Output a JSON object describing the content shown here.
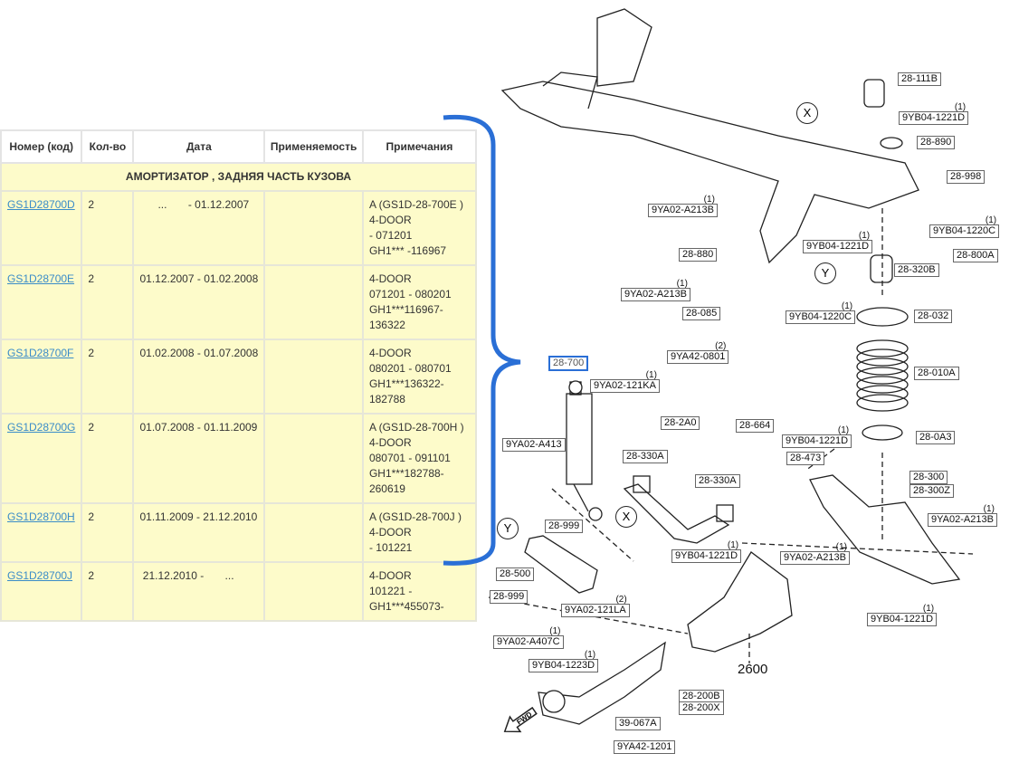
{
  "table": {
    "headers": [
      "Номер (код)",
      "Кол-во",
      "Дата",
      "Применяемость",
      "Примечания"
    ],
    "section_title": "АМОРТИЗАТОР , ЗАДНЯЯ ЧАСТЬ КУЗОВА",
    "rows": [
      {
        "code": "GS1D28700D",
        "qty": "2",
        "date": "      ...       - 01.12.2007",
        "applicability": "",
        "notes": [
          "A (GS1D-28-700E )",
          "4-DOOR",
          "- 071201",
          "GH1*** -116967"
        ]
      },
      {
        "code": "GS1D28700E",
        "qty": "2",
        "date": "01.12.2007 - 01.02.2008",
        "applicability": "",
        "notes": [
          "4-DOOR",
          "071201 - 080201",
          "GH1***116967-136322"
        ]
      },
      {
        "code": "GS1D28700F",
        "qty": "2",
        "date": "01.02.2008 - 01.07.2008",
        "applicability": "",
        "notes": [
          "4-DOOR",
          "080201 - 080701",
          "GH1***136322-182788"
        ]
      },
      {
        "code": "GS1D28700G",
        "qty": "2",
        "date": "01.07.2008 - 01.11.2009",
        "applicability": "",
        "notes": [
          "A (GS1D-28-700H )",
          "4-DOOR",
          "080701 - 091101",
          "GH1***182788-260619"
        ]
      },
      {
        "code": "GS1D28700H",
        "qty": "2",
        "date": "01.11.2009 - 21.12.2010",
        "applicability": "",
        "notes": [
          "A (GS1D-28-700J )",
          "4-DOOR",
          "- 101221"
        ]
      },
      {
        "code": "GS1D28700J",
        "qty": "2",
        "date": " 21.12.2010 -       ...",
        "applicability": "",
        "notes": [
          "4-DOOR",
          "101221 -",
          "GH1***455073-"
        ]
      }
    ]
  },
  "diagram": {
    "highlight_color": "#2a6fd6",
    "labels": [
      {
        "text": "28-111B",
        "q": ""
      },
      {
        "text": "9YB04-1221D",
        "q": "(1)"
      },
      {
        "text": "28-890",
        "q": ""
      },
      {
        "text": "28-998",
        "q": ""
      },
      {
        "text": "9YB04-1220C",
        "q": "(1)"
      },
      {
        "text": "28-800A",
        "q": ""
      },
      {
        "text": "28-320B",
        "q": ""
      },
      {
        "text": "9YA02-A213B",
        "q": "(1)"
      },
      {
        "text": "9YB04-1221D",
        "q": "(1)"
      },
      {
        "text": "28-880",
        "q": ""
      },
      {
        "text": "9YA02-A213B",
        "q": "(1)"
      },
      {
        "text": "28-085",
        "q": ""
      },
      {
        "text": "9YB04-1220C",
        "q": "(1)"
      },
      {
        "text": "28-032",
        "q": ""
      },
      {
        "text": "9YA42-0801",
        "q": "(2)"
      },
      {
        "text": "28-700",
        "q": ""
      },
      {
        "text": "9YA02-121KA",
        "q": "(1)"
      },
      {
        "text": "28-010A",
        "q": ""
      },
      {
        "text": "28-2A0",
        "q": ""
      },
      {
        "text": "28-664",
        "q": ""
      },
      {
        "text": "9YB04-1221D",
        "q": "(1)"
      },
      {
        "text": "28-0A3",
        "q": ""
      },
      {
        "text": "9YA02-A413",
        "q": ""
      },
      {
        "text": "28-330A",
        "q": ""
      },
      {
        "text": "28-473",
        "q": ""
      },
      {
        "text": "28-300",
        "q": ""
      },
      {
        "text": "28-300Z",
        "q": ""
      },
      {
        "text": "28-330A",
        "q": ""
      },
      {
        "text": "28-999",
        "q": ""
      },
      {
        "text": "9YA02-A213B",
        "q": "(1)"
      },
      {
        "text": "9YB04-1221D",
        "q": "(1)"
      },
      {
        "text": "9YA02-A213B",
        "q": "(1)"
      },
      {
        "text": "28-500",
        "q": ""
      },
      {
        "text": "28-999",
        "q": ""
      },
      {
        "text": "9YA02-121LA",
        "q": "(2)"
      },
      {
        "text": "9YB04-1221D",
        "q": "(1)"
      },
      {
        "text": "9YA02-A407C",
        "q": "(1)"
      },
      {
        "text": "9YB04-1223D",
        "q": "(1)"
      },
      {
        "text": "2600",
        "q": ""
      },
      {
        "text": "28-200B",
        "q": ""
      },
      {
        "text": "28-200X",
        "q": ""
      },
      {
        "text": "39-067A",
        "q": ""
      },
      {
        "text": "9YA42-1201",
        "q": ""
      }
    ],
    "markers": [
      "X",
      "Y",
      "X",
      "Y"
    ],
    "fwd": "FWD"
  }
}
